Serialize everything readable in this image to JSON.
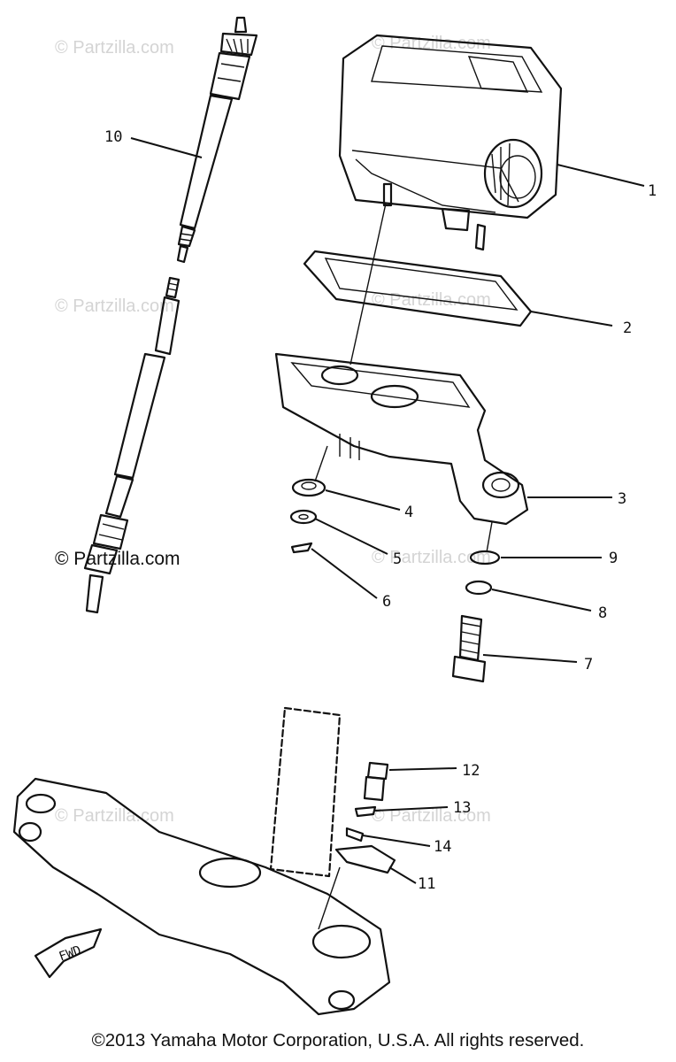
{
  "diagram": {
    "callouts": {
      "c1": "1",
      "c2": "2",
      "c3": "3",
      "c4": "4",
      "c5": "5",
      "c6": "6",
      "c7": "7",
      "c8": "8",
      "c9": "9",
      "c10": "10",
      "c11": "11",
      "c12": "12",
      "c13": "13",
      "c14": "14"
    },
    "fwd_label": "FWD",
    "watermark": "© Partzilla.com"
  },
  "footer": {
    "copyright": "©2013 Yamaha Motor Corporation, U.S.A. All rights reserved."
  }
}
